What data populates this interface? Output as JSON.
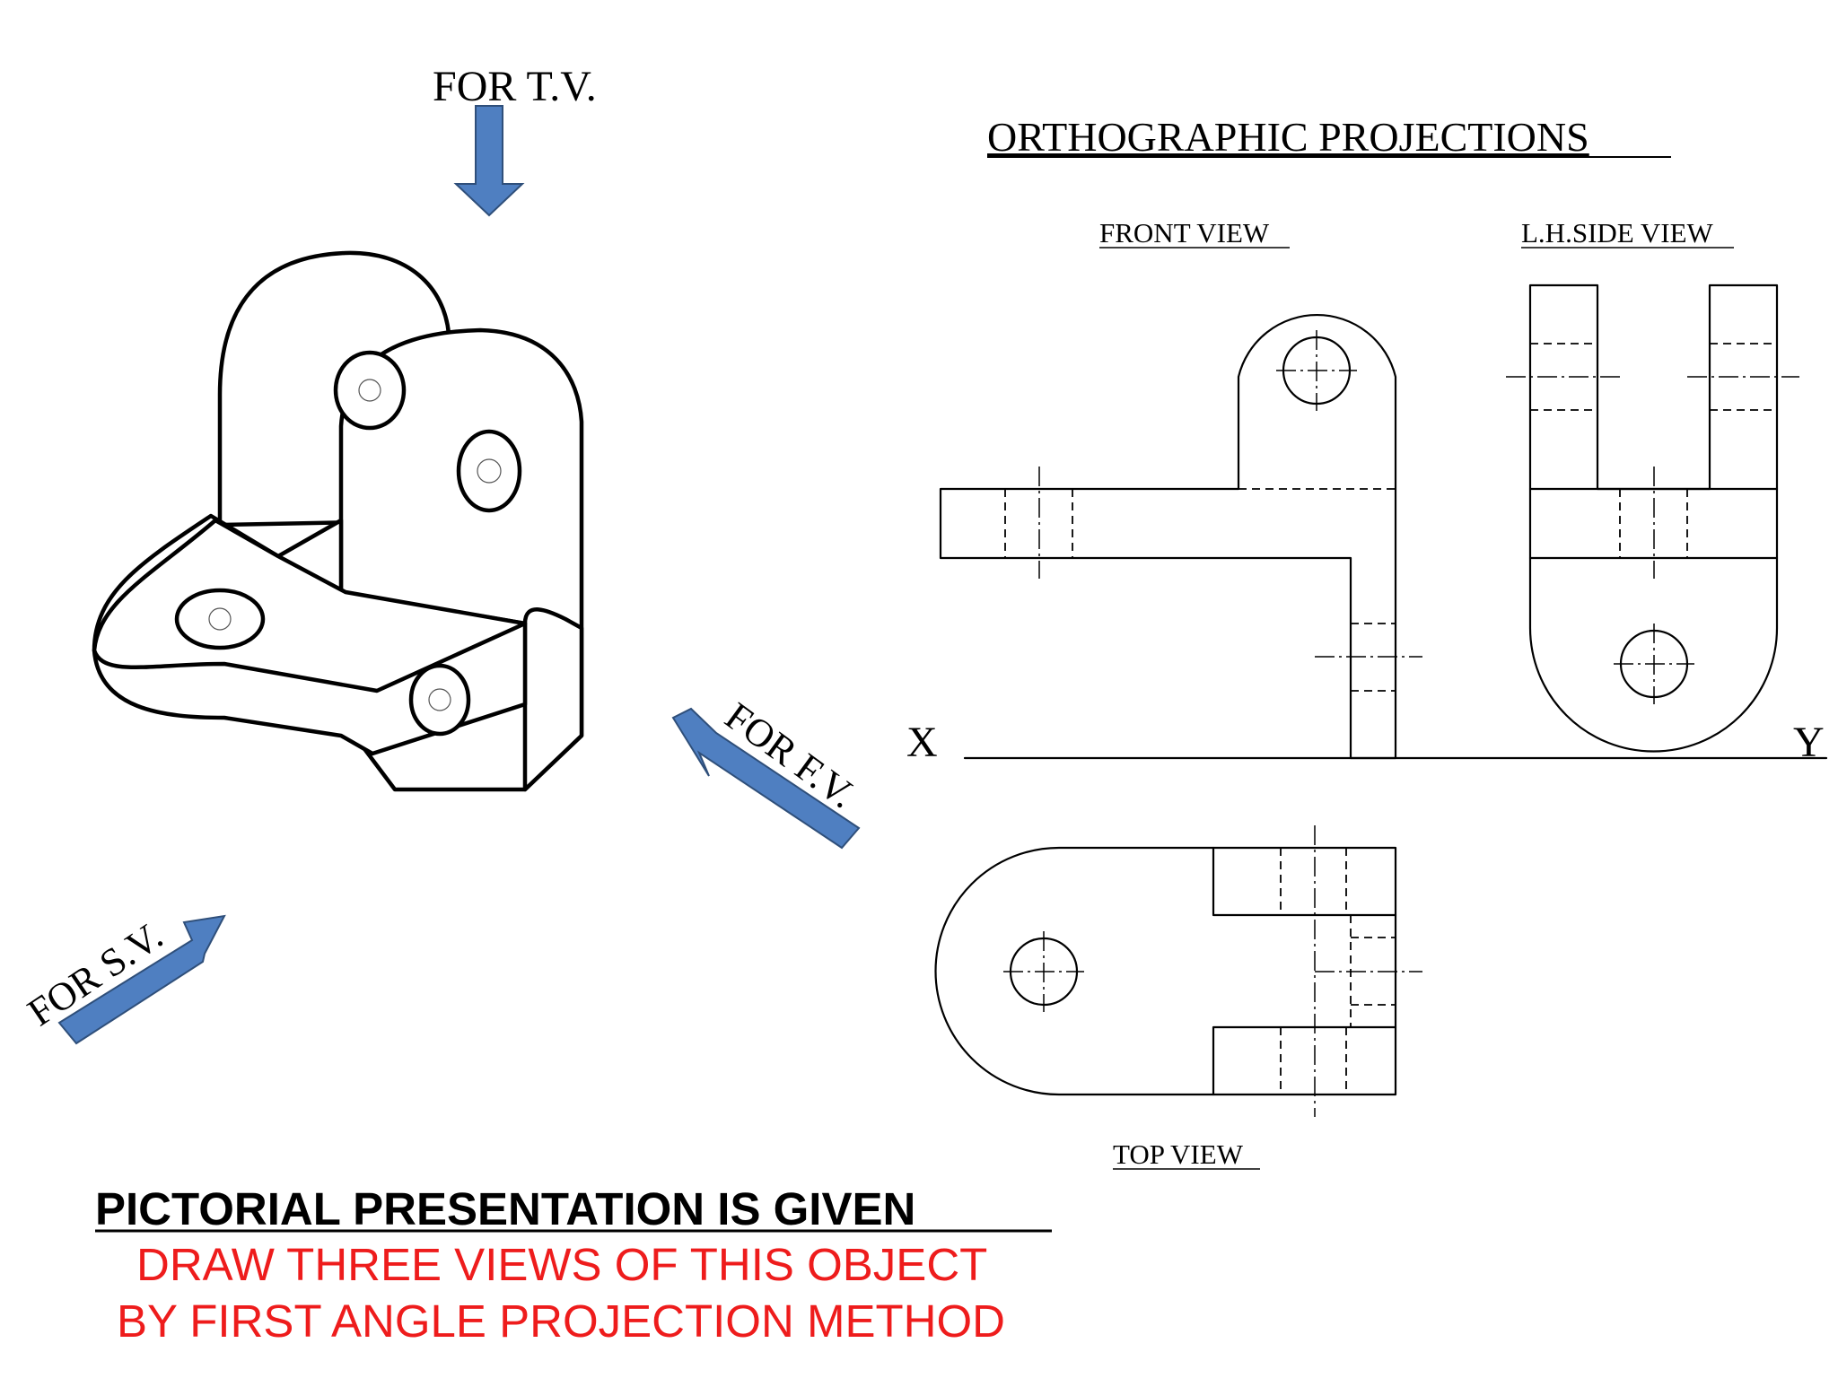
{
  "heading": "ORTHOGRAPHIC PROJECTIONS",
  "view_labels": {
    "front": "FRONT VIEW",
    "side": "L.H.SIDE VIEW",
    "top": "TOP VIEW"
  },
  "axis_labels": {
    "x": "X",
    "y": "Y"
  },
  "direction_labels": {
    "tv": "FOR T.V.",
    "fv": "FOR F.V.",
    "sv": "FOR S.V."
  },
  "instructions": {
    "line1": "PICTORIAL PRESENTATION IS GIVEN",
    "line2": "DRAW THREE VIEWS OF THIS OBJECT",
    "line3": "BY FIRST ANGLE PROJECTION METHOD"
  },
  "colors": {
    "arrow_fill": "#4f7fc1",
    "instruction_red": "#ee1c1c",
    "ink": "#000000"
  }
}
